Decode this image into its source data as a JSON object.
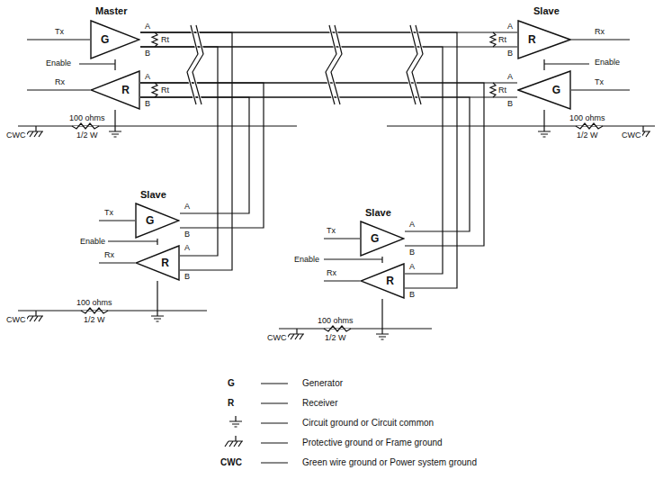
{
  "diagram": {
    "nodes": [
      {
        "text": [
          "G"
        ]
      },
      {
        "text": [
          "R"
        ]
      },
      {
        "text": [
          "R"
        ]
      },
      {
        "text": [
          "G"
        ]
      },
      {
        "text": [
          "G"
        ]
      },
      {
        "text": [
          "R"
        ]
      },
      {
        "text": [
          "G"
        ]
      },
      {
        "text": [
          "R"
        ]
      }
    ],
    "edges": [
      {
        "from": 0,
        "to": 2,
        "arrow": "none"
      },
      {
        "from": 0,
        "to": 5,
        "arrow": "none"
      },
      {
        "from": 0,
        "to": 7,
        "arrow": "none"
      },
      {
        "from": 3,
        "to": 1,
        "arrow": "none"
      },
      {
        "from": 4,
        "to": 1,
        "arrow": "none"
      },
      {
        "from": 6,
        "to": 1,
        "arrow": "none"
      }
    ],
    "labels": [
      "Master",
      "Slave",
      "Slave",
      "Slave",
      "Tx",
      "Enable",
      "Rx",
      "Tx",
      "Enable",
      "Rx",
      "Tx",
      "Enable",
      "Rx",
      "Tx",
      "Enable",
      "Rx",
      "Rt",
      "Rt",
      "Rt",
      "Rt",
      "A",
      "B",
      "A",
      "B",
      "A",
      "B",
      "A",
      "B",
      "A",
      "B",
      "A",
      "B",
      "A",
      "B",
      "A",
      "B",
      "100 ohms",
      "100 ohms",
      "100 ohms",
      "100 ohms",
      "1/2 W",
      "1/2 W",
      "1/2 W",
      "1/2 W",
      "CWC",
      "CWC",
      "CWC",
      "CWC",
      "G",
      "R",
      "CWC"
    ],
    "legend": [
      {
        "text": "Generator"
      },
      {
        "text": "Receiver"
      },
      {
        "text": "Circuit ground or Circuit common"
      },
      {
        "text": "Protective ground or Frame ground"
      },
      {
        "text": "Green wire ground or Power system ground"
      }
    ]
  }
}
